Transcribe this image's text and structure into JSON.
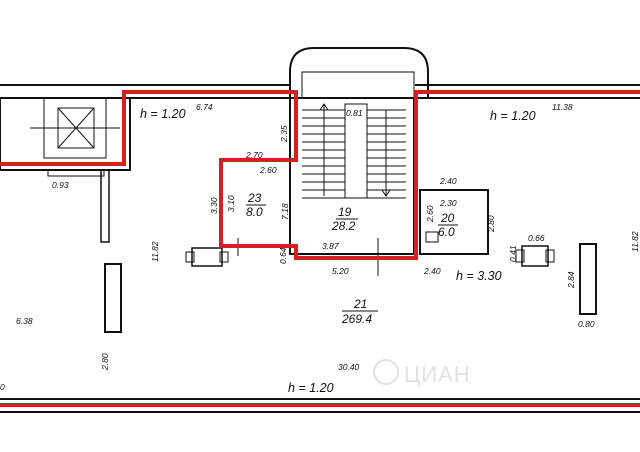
{
  "heights": [
    "h = 1.20",
    "h = 1.20",
    "h = 3.30",
    "h = 1.20"
  ],
  "rooms": [
    {
      "number": "23",
      "area": "8.0"
    },
    {
      "number": "19",
      "area": "28.2"
    },
    {
      "number": "20",
      "area": "6.0"
    },
    {
      "number": "21",
      "area": "269.4"
    }
  ],
  "dimensions": [
    "6.74",
    "11.38",
    "0.81",
    "2.35",
    "2.70",
    "2.60",
    "3.30",
    "3.10",
    "7.18",
    "3.87",
    "0.64",
    "5.20",
    "2.40",
    "2.30",
    "2.60",
    "2.80",
    "2.40",
    "0.41",
    "0.66",
    "0.93",
    "11.82",
    "11.82",
    "6.38",
    "2.80",
    "30.40",
    "2.84",
    "0.80",
    "0"
  ],
  "watermark": "ЦИАН"
}
